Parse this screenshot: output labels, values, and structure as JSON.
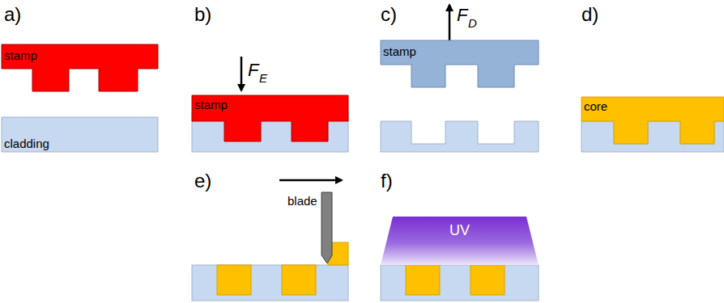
{
  "diagram": {
    "nodes": [
      {
        "text": [
          "stamp"
        ]
      },
      {
        "text": [
          "cladding"
        ]
      },
      {
        "text": [
          "stamp"
        ]
      },
      {
        "text": [
          "stamp"
        ]
      },
      {
        "text": [
          "core"
        ]
      },
      {
        "text": [
          "UV"
        ]
      }
    ],
    "labels": [
      "a)",
      "b)",
      "F",
      "E",
      "c)",
      "F",
      "D",
      "d)",
      "e)",
      "blade",
      "f)"
    ]
  }
}
